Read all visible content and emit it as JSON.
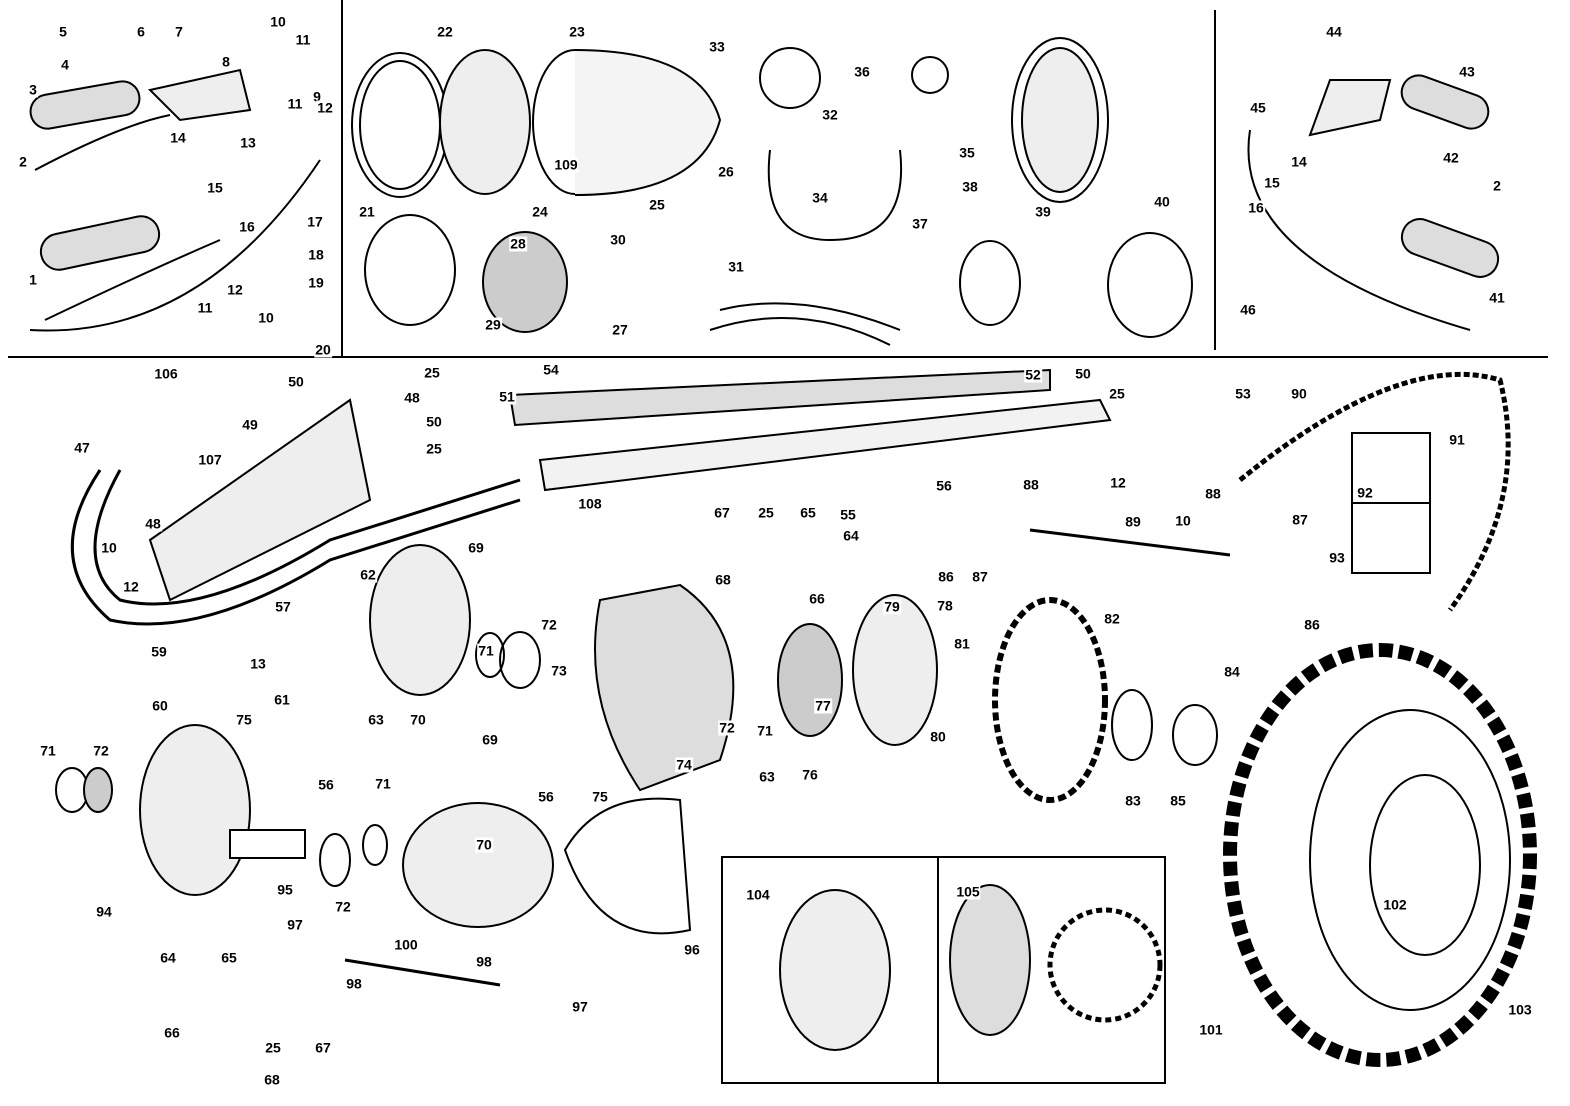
{
  "diagram": {
    "type": "exploded parts diagram",
    "colors": {
      "ink": "#000000",
      "paper": "#ffffff",
      "shade": "#9a9a9a"
    },
    "labels": [
      "5",
      "4",
      "6",
      "7",
      "10",
      "11",
      "9",
      "8",
      "3",
      "12",
      "11",
      "13",
      "14",
      "15",
      "2",
      "16",
      "17",
      "1",
      "18",
      "19",
      "12",
      "11",
      "10",
      "20",
      "22",
      "23",
      "33",
      "36",
      "32",
      "35",
      "21",
      "109",
      "24",
      "26",
      "25",
      "34",
      "38",
      "39",
      "40",
      "37",
      "28",
      "30",
      "31",
      "29",
      "27",
      "44",
      "43",
      "45",
      "42",
      "14",
      "2",
      "15",
      "16",
      "41",
      "46",
      "106",
      "50",
      "25",
      "48",
      "54",
      "52",
      "50",
      "25",
      "53",
      "90",
      "51",
      "50",
      "25",
      "49",
      "47",
      "107",
      "108",
      "55",
      "56",
      "12",
      "10",
      "91",
      "92",
      "93",
      "88",
      "89",
      "88",
      "87",
      "67",
      "25",
      "65",
      "64",
      "69",
      "48",
      "10",
      "12",
      "62",
      "68",
      "66",
      "79",
      "78",
      "86",
      "87",
      "86",
      "82",
      "57",
      "72",
      "71",
      "81",
      "59",
      "13",
      "73",
      "77",
      "84",
      "60",
      "61",
      "72",
      "71",
      "80",
      "70",
      "63",
      "74",
      "76",
      "75",
      "69",
      "71",
      "72",
      "56",
      "56",
      "75",
      "83",
      "85",
      "63",
      "71",
      "70",
      "94",
      "95",
      "72",
      "96",
      "104",
      "105",
      "102",
      "97",
      "100",
      "98",
      "98",
      "97",
      "64",
      "65",
      "66",
      "25",
      "67",
      "68",
      "101",
      "103"
    ]
  }
}
